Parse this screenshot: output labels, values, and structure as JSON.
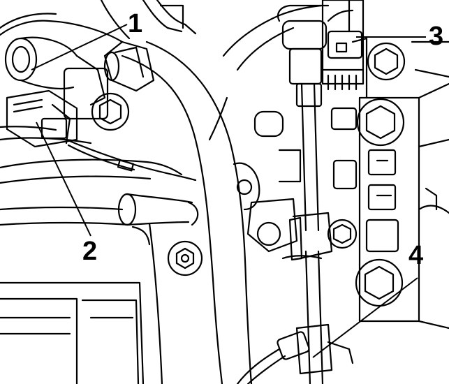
{
  "colors": {
    "background": "#ffffff",
    "line": "#000000",
    "fill": "#ffffff"
  },
  "callouts": [
    {
      "id": "1",
      "text": "1"
    },
    {
      "id": "2",
      "text": "2"
    },
    {
      "id": "3",
      "text": "3"
    },
    {
      "id": "4",
      "text": "4"
    }
  ]
}
